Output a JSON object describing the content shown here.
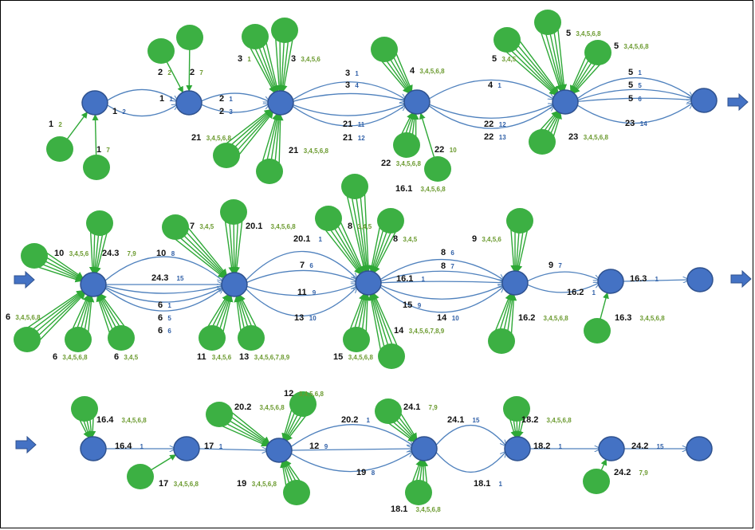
{
  "colors": {
    "node": "#4472c4",
    "node_stroke": "#2f528f",
    "resource": "#3cb043",
    "arrow_blue": "#4f81bd",
    "arrow_green": "#2ea836",
    "label_blue": "#2f5fa7",
    "label_green": "#6b9a2f"
  },
  "nodes": [
    {
      "id": "r1a"
    },
    {
      "id": "r1b"
    },
    {
      "id": "r1c"
    },
    {
      "id": "r1d"
    },
    {
      "id": "r1e"
    },
    {
      "id": "r1f"
    },
    {
      "id": "r2a"
    },
    {
      "id": "r2b"
    },
    {
      "id": "r2c"
    },
    {
      "id": "r2d"
    },
    {
      "id": "r2e"
    },
    {
      "id": "r2f"
    },
    {
      "id": "r3a"
    },
    {
      "id": "r3b"
    },
    {
      "id": "r3c"
    },
    {
      "id": "r3d"
    },
    {
      "id": "r3e"
    },
    {
      "id": "r3f"
    },
    {
      "id": "r3g"
    }
  ],
  "labels": [
    {
      "id": "l1",
      "act": "1",
      "num": "2",
      "kind": "green"
    },
    {
      "id": "l2",
      "act": "1",
      "num": "2",
      "kind": "blue"
    },
    {
      "id": "l3",
      "act": "1",
      "num": "7",
      "kind": "green"
    },
    {
      "id": "l4",
      "act": "2",
      "num": "2",
      "kind": "green"
    },
    {
      "id": "l5",
      "act": "2",
      "num": "7",
      "kind": "green"
    },
    {
      "id": "l6",
      "act": "1",
      "num": "1",
      "kind": "blue"
    },
    {
      "id": "l7",
      "act": "2",
      "num": "1",
      "kind": "blue"
    },
    {
      "id": "l8",
      "act": "2",
      "num": "3",
      "kind": "blue"
    },
    {
      "id": "l9",
      "act": "3",
      "num": "1",
      "kind": "green"
    },
    {
      "id": "l10",
      "act": "3",
      "num": "3,4,5,6",
      "kind": "green"
    },
    {
      "id": "l11",
      "act": "21",
      "num": "3,4,5,6,8",
      "kind": "green"
    },
    {
      "id": "l12",
      "act": "21",
      "num": "3,4,5,6,8",
      "kind": "green"
    },
    {
      "id": "l13",
      "act": "3",
      "num": "1",
      "kind": "blue"
    },
    {
      "id": "l14",
      "act": "3",
      "num": "4",
      "kind": "blue"
    },
    {
      "id": "l15",
      "act": "21",
      "num": "11",
      "kind": "blue"
    },
    {
      "id": "l16",
      "act": "21",
      "num": "12",
      "kind": "blue"
    },
    {
      "id": "l17",
      "act": "4",
      "num": "3,4,5,6,8",
      "kind": "green"
    },
    {
      "id": "l18",
      "act": "22",
      "num": "3,4,5,6,8",
      "kind": "green"
    },
    {
      "id": "l19",
      "act": "22",
      "num": "10",
      "kind": "green"
    },
    {
      "id": "l20",
      "act": "16.1",
      "num": "3,4,5,6,8",
      "kind": "green"
    },
    {
      "id": "l21",
      "act": "4",
      "num": "1",
      "kind": "blue"
    },
    {
      "id": "l22",
      "act": "22",
      "num": "12",
      "kind": "blue"
    },
    {
      "id": "l23",
      "act": "22",
      "num": "13",
      "kind": "blue"
    },
    {
      "id": "l24",
      "act": "5",
      "num": "3,4,5,6,8",
      "kind": "green"
    },
    {
      "id": "l25",
      "act": "5",
      "num": "3,4,5",
      "kind": "green"
    },
    {
      "id": "l26",
      "act": "5",
      "num": "3,4,5,6,8",
      "kind": "green"
    },
    {
      "id": "l27",
      "act": "23",
      "num": "3,4,5,6,8",
      "kind": "green"
    },
    {
      "id": "l28",
      "act": "5",
      "num": "1",
      "kind": "blue"
    },
    {
      "id": "l29",
      "act": "5",
      "num": "5",
      "kind": "blue"
    },
    {
      "id": "l30",
      "act": "5",
      "num": "6",
      "kind": "blue"
    },
    {
      "id": "l31",
      "act": "23",
      "num": "14",
      "kind": "blue"
    },
    {
      "id": "l32",
      "act": "10",
      "num": "3,4,5,6",
      "kind": "green"
    },
    {
      "id": "l33",
      "act": "24.3",
      "num": "7,9",
      "kind": "green"
    },
    {
      "id": "l34",
      "act": "6",
      "num": "3,4,5,6,8",
      "kind": "green"
    },
    {
      "id": "l35",
      "act": "6",
      "num": "3,4,5,6,8",
      "kind": "green"
    },
    {
      "id": "l36",
      "act": "6",
      "num": "3,4,5",
      "kind": "green"
    },
    {
      "id": "l37",
      "act": "10",
      "num": "8",
      "kind": "blue"
    },
    {
      "id": "l38",
      "act": "24.3",
      "num": "15",
      "kind": "blue"
    },
    {
      "id": "l39",
      "act": "6",
      "num": "1",
      "kind": "blue"
    },
    {
      "id": "l40",
      "act": "6",
      "num": "5",
      "kind": "blue"
    },
    {
      "id": "l41",
      "act": "6",
      "num": "6",
      "kind": "blue"
    },
    {
      "id": "l42",
      "act": "7",
      "num": "3,4,5",
      "kind": "green"
    },
    {
      "id": "l43",
      "act": "20.1",
      "num": "3,4,5,6,8",
      "kind": "green"
    },
    {
      "id": "l44",
      "act": "11",
      "num": "3,4,5,6",
      "kind": "green"
    },
    {
      "id": "l45",
      "act": "13",
      "num": "3,4,5,6,7,8,9",
      "kind": "green"
    },
    {
      "id": "l46",
      "act": "20.1",
      "num": "1",
      "kind": "blue"
    },
    {
      "id": "l47",
      "act": "7",
      "num": "6",
      "kind": "blue"
    },
    {
      "id": "l48",
      "act": "11",
      "num": "9",
      "kind": "blue"
    },
    {
      "id": "l49",
      "act": "13",
      "num": "10",
      "kind": "blue"
    },
    {
      "id": "l50",
      "act": "8",
      "num": "3,4,5",
      "kind": "green"
    },
    {
      "id": "l51",
      "act": "8",
      "num": "3,4,5",
      "kind": "green"
    },
    {
      "id": "l52",
      "act": "15",
      "num": "3,4,5,6,8",
      "kind": "green"
    },
    {
      "id": "l53",
      "act": "14",
      "num": "3,4,5,6,7,8,9",
      "kind": "green"
    },
    {
      "id": "l54",
      "act": "8",
      "num": "6",
      "kind": "blue"
    },
    {
      "id": "l55",
      "act": "8",
      "num": "7",
      "kind": "blue"
    },
    {
      "id": "l56",
      "act": "16.1",
      "num": "1",
      "kind": "blue"
    },
    {
      "id": "l57",
      "act": "15",
      "num": "9",
      "kind": "blue"
    },
    {
      "id": "l58",
      "act": "14",
      "num": "10",
      "kind": "blue"
    },
    {
      "id": "l59",
      "act": "9",
      "num": "3,4,5,6",
      "kind": "green"
    },
    {
      "id": "l60",
      "act": "16.2",
      "num": "3,4,5,6,8",
      "kind": "green"
    },
    {
      "id": "l61",
      "act": "9",
      "num": "7",
      "kind": "blue"
    },
    {
      "id": "l62",
      "act": "16.2",
      "num": "1",
      "kind": "blue"
    },
    {
      "id": "l63",
      "act": "16.3",
      "num": "3,4,5,6,8",
      "kind": "green"
    },
    {
      "id": "l64",
      "act": "16.3",
      "num": "1",
      "kind": "blue"
    },
    {
      "id": "l65",
      "act": "16.4",
      "num": "3,4,5,6,8",
      "kind": "green"
    },
    {
      "id": "l66",
      "act": "16.4",
      "num": "1",
      "kind": "blue"
    },
    {
      "id": "l67",
      "act": "17",
      "num": "1",
      "kind": "blue"
    },
    {
      "id": "l68",
      "act": "17",
      "num": "3,4,5,6,8",
      "kind": "green"
    },
    {
      "id": "l69",
      "act": "20.2",
      "num": "3,4,5,6,8",
      "kind": "green"
    },
    {
      "id": "l70",
      "act": "12",
      "num": "3,4,5,6,8",
      "kind": "green"
    },
    {
      "id": "l71",
      "act": "19",
      "num": "3,4,5,6,8",
      "kind": "green"
    },
    {
      "id": "l72",
      "act": "20.2",
      "num": "1",
      "kind": "blue"
    },
    {
      "id": "l73",
      "act": "12",
      "num": "9",
      "kind": "blue"
    },
    {
      "id": "l74",
      "act": "19",
      "num": "8",
      "kind": "blue"
    },
    {
      "id": "l75",
      "act": "24.1",
      "num": "7,9",
      "kind": "green"
    },
    {
      "id": "l76",
      "act": "18.1",
      "num": "3,4,5,6,8",
      "kind": "green"
    },
    {
      "id": "l77",
      "act": "24.1",
      "num": "15",
      "kind": "blue"
    },
    {
      "id": "l78",
      "act": "18.1",
      "num": "1",
      "kind": "blue"
    },
    {
      "id": "l79",
      "act": "18.2",
      "num": "3,4,5,6,8",
      "kind": "green"
    },
    {
      "id": "l80",
      "act": "18.2",
      "num": "1",
      "kind": "blue"
    },
    {
      "id": "l81",
      "act": "24.2",
      "num": "15",
      "kind": "blue"
    },
    {
      "id": "l82",
      "act": "24.2",
      "num": "7,9",
      "kind": "green"
    }
  ]
}
